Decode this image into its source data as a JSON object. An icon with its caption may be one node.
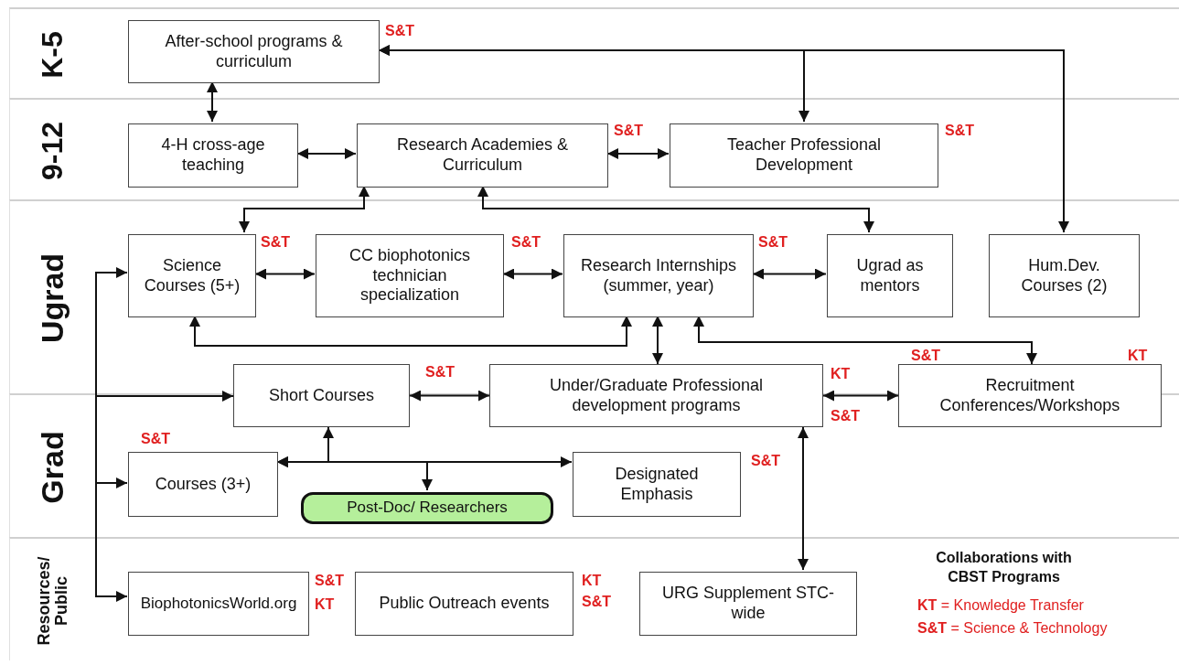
{
  "diagram": {
    "nodes": [
      {
        "text": [
          "K-5"
        ]
      },
      {
        "text": [
          "After-school programs & curriculum"
        ],
        "in": 0,
        "beside": [
          "S&T"
        ]
      },
      {
        "text": [
          "9-12"
        ]
      },
      {
        "text": [
          "4-H cross-age teaching"
        ],
        "in": 2
      },
      {
        "text": [
          "Research Academies & Curriculum"
        ],
        "in": 2,
        "beside": [
          "S&T"
        ]
      },
      {
        "text": [
          "Teacher Professional Development"
        ],
        "in": 2,
        "beside": [
          "S&T"
        ]
      },
      {
        "text": [
          "Ugrad"
        ]
      },
      {
        "text": [
          "Science Courses (5+)"
        ],
        "in": 6,
        "beside": [
          "S&T"
        ]
      },
      {
        "text": [
          "CC biophotonics technician specialization"
        ],
        "in": 6,
        "beside": [
          "S&T"
        ]
      },
      {
        "text": [
          "Research Internships (summer, year)"
        ],
        "in": 6,
        "beside": [
          "S&T"
        ]
      },
      {
        "text": [
          "Ugrad as mentors"
        ],
        "in": 6
      },
      {
        "text": [
          "Hum.Dev. Courses (2)"
        ],
        "in": 6
      },
      {
        "text": [
          "Short Courses"
        ],
        "beside": [
          "S&T"
        ]
      },
      {
        "text": [
          "Under/Graduate Professional development programs"
        ],
        "beside": [
          "KT",
          "S&T"
        ]
      },
      {
        "text": [
          "Recruitment Conferences/Workshops"
        ],
        "beside": [
          "S&T",
          "KT"
        ]
      },
      {
        "text": [
          "Grad"
        ]
      },
      {
        "text": [
          "Courses (3+)"
        ],
        "in": 15,
        "beside": [
          "S&T"
        ]
      },
      {
        "text": [
          "Post-Doc/ Researchers"
        ],
        "in": 15
      },
      {
        "text": [
          "Designated Emphasis"
        ],
        "in": 15,
        "beside": [
          "S&T"
        ]
      },
      {
        "text": [
          "Resources/ Public"
        ]
      },
      {
        "text": [
          "BiophotonicsWorld.org"
        ],
        "in": 19,
        "beside": [
          "S&T",
          "KT"
        ]
      },
      {
        "text": [
          "Public Outreach events"
        ],
        "in": 19,
        "beside": [
          "KT",
          "S&T"
        ]
      },
      {
        "text": [
          "URG Supplement STC-wide"
        ],
        "in": 19
      }
    ],
    "edges": [
      {
        "from": 1,
        "to": 5,
        "arrow": "both"
      },
      {
        "from": 1,
        "to": 11,
        "arrow": "both"
      },
      {
        "from": 1,
        "to": 3,
        "arrow": "both"
      },
      {
        "from": 3,
        "to": 4,
        "arrow": "both"
      },
      {
        "from": 4,
        "to": 5,
        "arrow": "both"
      },
      {
        "from": 4,
        "to": 7,
        "arrow": "both"
      },
      {
        "from": 4,
        "to": 10,
        "arrow": "both"
      },
      {
        "from": 7,
        "to": 8,
        "arrow": "both"
      },
      {
        "from": 8,
        "to": 9,
        "arrow": "both"
      },
      {
        "from": 9,
        "to": 10,
        "arrow": "both"
      },
      {
        "from": 7,
        "to": 9,
        "arrow": "both"
      },
      {
        "from": 9,
        "to": 13,
        "arrow": "both"
      },
      {
        "from": 9,
        "to": 14,
        "arrow": "both"
      },
      {
        "from": 12,
        "to": 13,
        "arrow": "both"
      },
      {
        "from": 13,
        "to": 14,
        "arrow": "both"
      },
      {
        "from": 13,
        "to": 22,
        "arrow": "both"
      },
      {
        "from": 16,
        "to": 18,
        "arrow": "both"
      },
      {
        "from": 16,
        "to": 12,
        "arrow": "both"
      },
      {
        "from": 16,
        "to": 17,
        "arrow": "both"
      },
      {
        "from": null,
        "to": 7,
        "arrow": "to"
      },
      {
        "from": null,
        "to": 12,
        "arrow": "to"
      },
      {
        "from": null,
        "to": 16,
        "arrow": "to"
      },
      {
        "from": null,
        "to": 20,
        "arrow": "to"
      }
    ],
    "labels": [
      "Collaborations with CBST Programs",
      "**KT** = Knowledge Transfer",
      "**S&T** = Science & Technology"
    ]
  }
}
